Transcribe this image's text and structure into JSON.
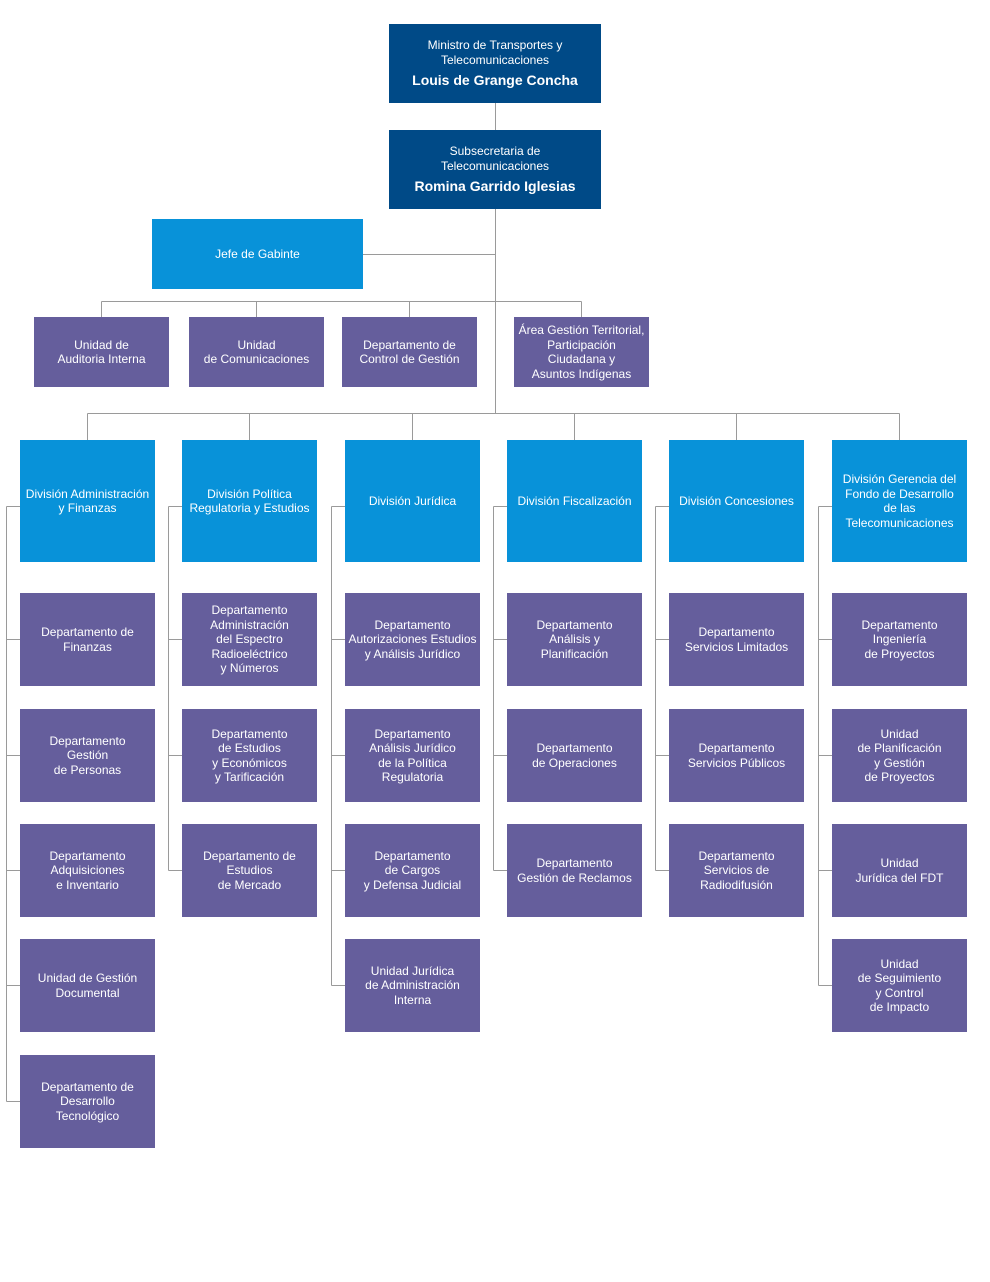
{
  "colors": {
    "leadership": "#004a87",
    "division": "#0892d9",
    "unit": "#655e9c",
    "connector": "#9a9a9a"
  },
  "ministro": {
    "title": "Ministro de Transportes y\nTelecomunicaciones",
    "name": "Louis de Grange Concha"
  },
  "subsecretaria": {
    "title": "Subsecretaria de\nTelecomunicaciones",
    "name": "Romina Garrido Iglesias"
  },
  "jefe_gabinete": "Jefe de Gabinte",
  "staff_units": [
    "Unidad de\nAuditoria Interna",
    "Unidad\nde Comunicaciones",
    "Departamento de\nControl de Gestión",
    "Área Gestión Territorial,\nParticipación\nCiudadana y\nAsuntos Indígenas"
  ],
  "divisions": [
    {
      "name": "División Administración\ny Finanzas",
      "units": [
        "Departamento de\nFinanzas",
        "Departamento\nGestión\nde Personas",
        "Departamento\nAdquisiciones\ne Inventario",
        "Unidad de Gestión\nDocumental",
        "Departamento de\nDesarrollo\nTecnológico"
      ]
    },
    {
      "name": "División Política\nRegulatoria y Estudios",
      "units": [
        "Departamento\nAdministración\ndel Espectro\nRadioeléctrico\ny Números",
        "Departamento\nde Estudios\ny Económicos\ny Tarificación",
        "Departamento de\nEstudios\nde Mercado"
      ]
    },
    {
      "name": "División Jurídica",
      "units": [
        "Departamento\nAutorizaciones Estudios\ny Análisis Jurídico",
        "Departamento\nAnálisis Jurídico\nde la Política\nRegulatoria",
        "Departamento\nde Cargos\ny Defensa Judicial",
        "Unidad Jurídica\nde Administración\nInterna"
      ]
    },
    {
      "name": "División Fiscalización",
      "units": [
        "Departamento\nAnálisis y\nPlanificación",
        "Departamento\nde Operaciones",
        "Departamento\nGestión de Reclamos"
      ]
    },
    {
      "name": "División Concesiones",
      "units": [
        "Departamento\nServicios Limitados",
        "Departamento\nServicios Públicos",
        "Departamento\nServicios de\nRadiodifusión"
      ]
    },
    {
      "name": "División Gerencia del\nFondo de Desarrollo\nde las\nTelecomunicaciones",
      "units": [
        "Departamento\nIngeniería\nde Proyectos",
        "Unidad\nde Planificación\ny Gestión\nde Proyectos",
        "Unidad\nJurídica del FDT",
        "Unidad\nde Seguimiento\ny Control\nde Impacto"
      ]
    }
  ]
}
